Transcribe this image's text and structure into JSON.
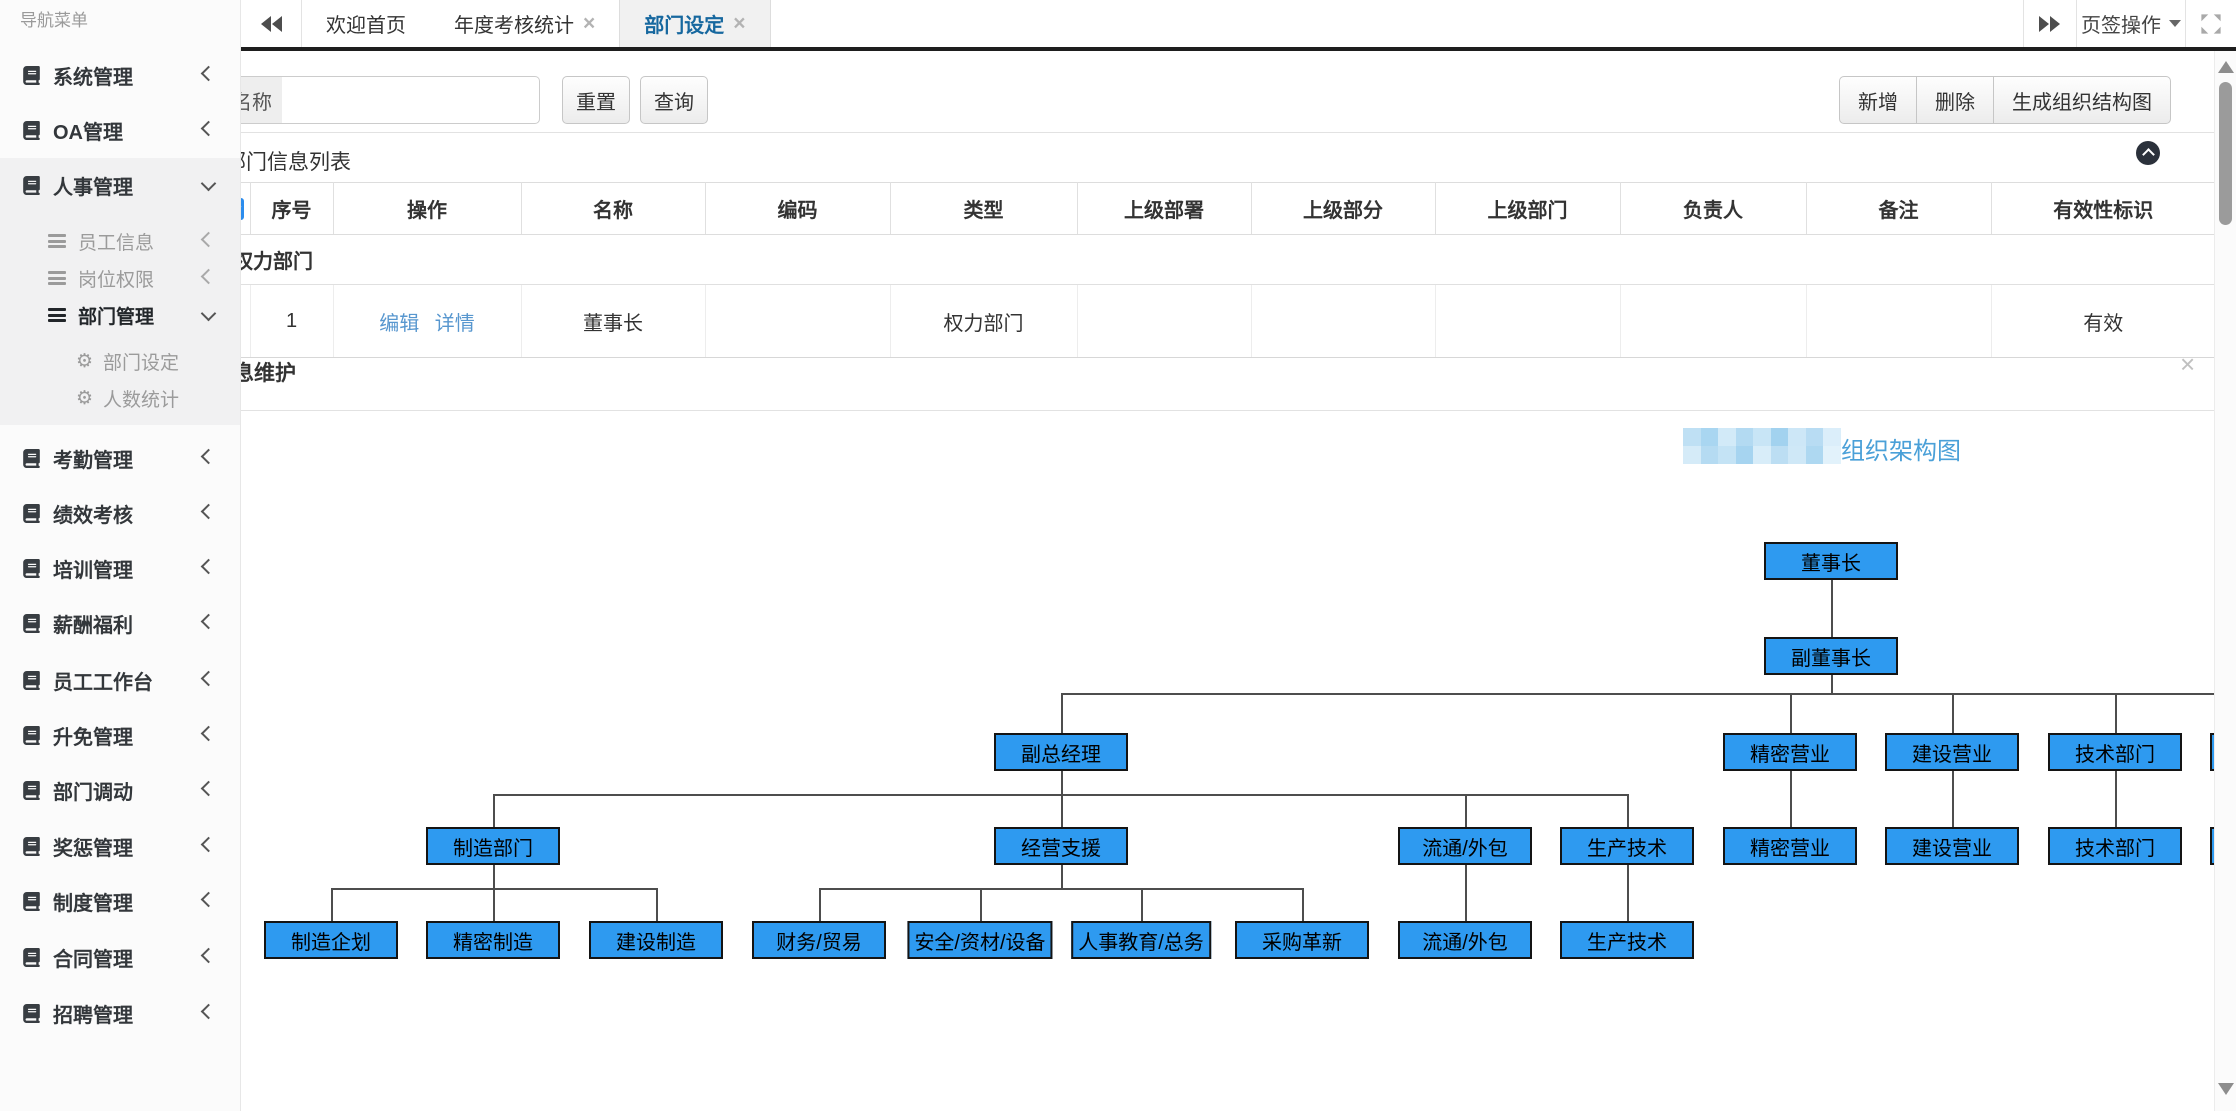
{
  "sidebar": {
    "header": "导航菜单",
    "items": [
      {
        "label": "系统管理"
      },
      {
        "label": "OA管理"
      },
      {
        "label": "人事管理"
      },
      {
        "label": "员工信息"
      },
      {
        "label": "岗位权限"
      },
      {
        "label": "部门管理"
      },
      {
        "label": "部门设定"
      },
      {
        "label": "人数统计"
      },
      {
        "label": "考勤管理"
      },
      {
        "label": "绩效考核"
      },
      {
        "label": "培训管理"
      },
      {
        "label": "薪酬福利"
      },
      {
        "label": "员工工作台"
      },
      {
        "label": "升免管理"
      },
      {
        "label": "部门调动"
      },
      {
        "label": "奖惩管理"
      },
      {
        "label": "制度管理"
      },
      {
        "label": "合同管理"
      },
      {
        "label": "招聘管理"
      }
    ]
  },
  "tabbar": {
    "tabs": [
      {
        "label": "欢迎首页",
        "closable": false,
        "active": false
      },
      {
        "label": "年度考核统计",
        "closable": true,
        "active": false
      },
      {
        "label": "部门设定",
        "closable": true,
        "active": true
      }
    ],
    "close_glyph": "×",
    "menu_label": "页签操作"
  },
  "toolbar": {
    "search_label": "名称",
    "search_value": "",
    "reset_label": "重置",
    "query_label": "查询",
    "add_label": "新增",
    "delete_label": "删除",
    "generate_label": "生成组织结构图"
  },
  "panel": {
    "title": "部门信息列表"
  },
  "table": {
    "select_all_checked": true,
    "headers": [
      "序号",
      "操作",
      "名称",
      "编码",
      "类型",
      "上级部署",
      "上级部分",
      "上级部门",
      "负责人",
      "备注",
      "有效性标识"
    ],
    "group_row_label": "权力部门",
    "rows": [
      {
        "checked": false,
        "no": "1",
        "actions": [
          "编辑",
          "详情"
        ],
        "name": "董事长",
        "code": "",
        "type": "权力部门",
        "sup_dept1": "",
        "sup_dept2": "",
        "sup_dept3": "",
        "owner": "",
        "remark": "",
        "valid": "有效"
      }
    ]
  },
  "maintain": {
    "title": "息维护",
    "close_glyph": "×"
  },
  "orgchart": {
    "title": "组织架构图",
    "title_prefix_redacted": true,
    "box_color": "#2e9af0",
    "nodes": [
      {
        "label": "董事长",
        "level": 1
      },
      {
        "label": "副董事长",
        "level": 2
      },
      {
        "label": "副总经理",
        "level": 3
      },
      {
        "label": "精密营业",
        "level": 3
      },
      {
        "label": "建设营业",
        "level": 3
      },
      {
        "label": "技术部门",
        "level": 3
      },
      {
        "label": "",
        "level": 3
      },
      {
        "label": "制造部门",
        "level": 4
      },
      {
        "label": "经营支援",
        "level": 4
      },
      {
        "label": "流通/外包",
        "level": 4
      },
      {
        "label": "生产技术",
        "level": 4
      },
      {
        "label": "精密营业",
        "level": 4
      },
      {
        "label": "建设营业",
        "level": 4
      },
      {
        "label": "技术部门",
        "level": 4
      },
      {
        "label": "",
        "level": 4
      },
      {
        "label": "制造企划",
        "level": 5
      },
      {
        "label": "精密制造",
        "level": 5
      },
      {
        "label": "建设制造",
        "level": 5
      },
      {
        "label": "财务/贸易",
        "level": 5
      },
      {
        "label": "安全/资材/设备",
        "level": 5
      },
      {
        "label": "人事教育/总务",
        "level": 5
      },
      {
        "label": "采购革新",
        "level": 5
      },
      {
        "label": "流通/外包",
        "level": 5
      },
      {
        "label": "生产技术",
        "level": 5
      }
    ]
  }
}
